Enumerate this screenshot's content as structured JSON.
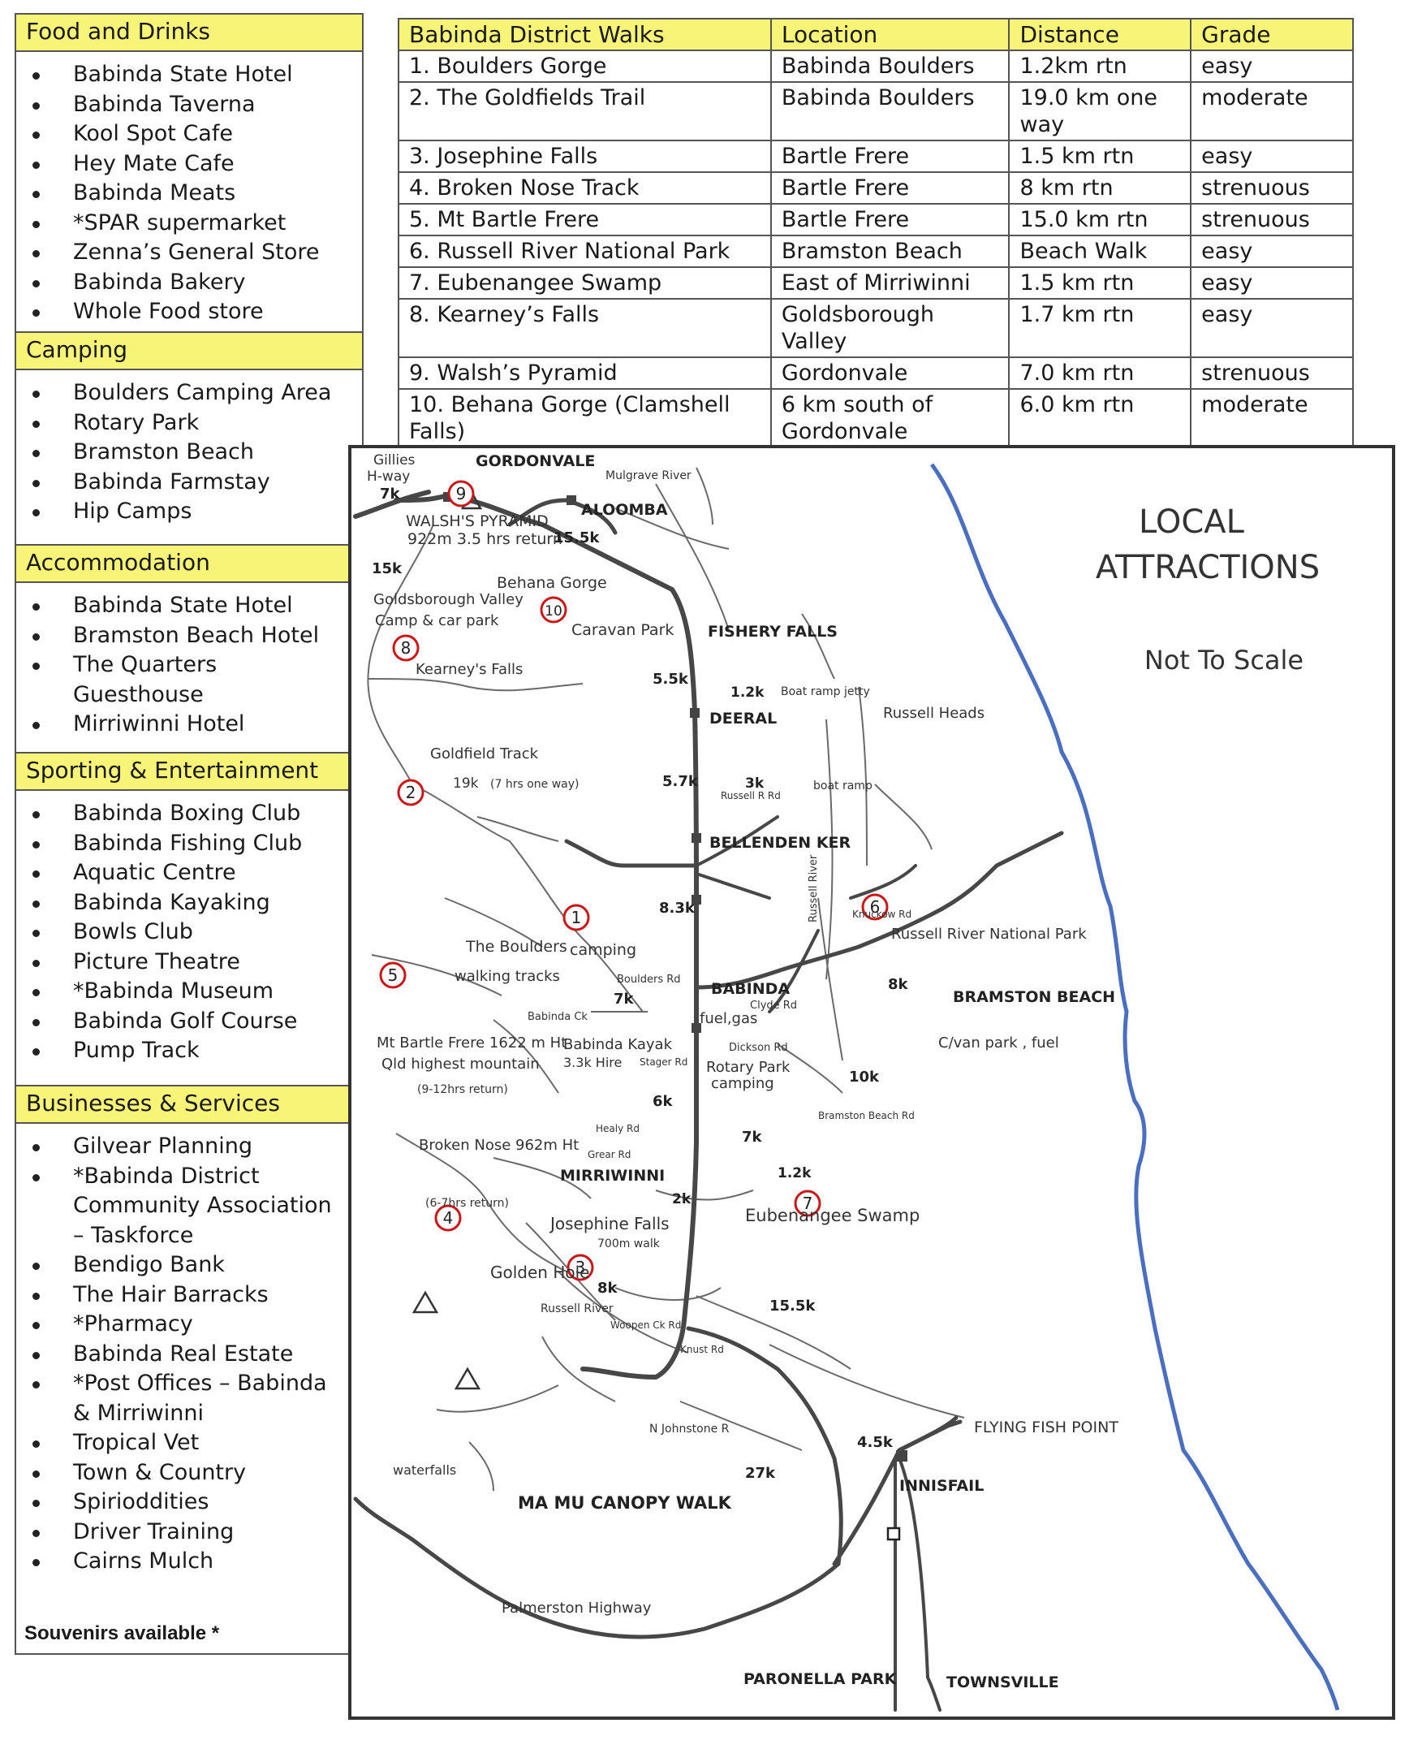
{
  "food": {
    "title": "Food and Drinks",
    "items": [
      "Babinda State Hotel",
      "Babinda Taverna",
      "Kool Spot Cafe",
      "Hey Mate Cafe",
      "Babinda Meats",
      "*SPAR supermarket",
      "Zenna’s General Store",
      "Babinda Bakery",
      "Whole Food store"
    ]
  },
  "camping": {
    "title": "Camping",
    "items": [
      "Boulders Camping Area",
      "Rotary Park",
      "Bramston Beach",
      "Babinda Farmstay",
      "Hip Camps"
    ]
  },
  "accommodation": {
    "title": "Accommodation",
    "items": [
      "Babinda State Hotel",
      "Bramston Beach Hotel",
      "The Quarters",
      "Guesthouse",
      "Mirriwinni Hotel"
    ]
  },
  "sporting": {
    "title": "Sporting & Entertainment",
    "items": [
      "Babinda Boxing Club",
      "Babinda Fishing Club",
      "Aquatic Centre",
      "Babinda Kayaking",
      "Bowls Club",
      "Picture Theatre",
      "*Babinda Museum",
      "Babinda Golf Course",
      "Pump Track"
    ]
  },
  "business": {
    "title": "Businesses & Services",
    "items": [
      "Gilvear Planning",
      "*Babinda District",
      "Community    Association",
      "– Taskforce",
      "Bendigo Bank",
      "The Hair Barracks",
      "*Pharmacy",
      "Babinda Real Estate",
      "*Post Offices – Babinda",
      "& Mirriwinni",
      "Tropical Vet",
      "Town & Country",
      "Spirioddities",
      "Driver Training",
      "Cairns Mulch"
    ],
    "souvenir": "Souvenirs available *"
  },
  "walks": {
    "headers": [
      "Babinda District Walks",
      "Location",
      "Distance",
      "Grade"
    ],
    "rows": [
      [
        "1. Boulders Gorge",
        "Babinda Boulders",
        "1.2km rtn",
        "easy"
      ],
      [
        "2. The Goldfields Trail",
        "Babinda Boulders",
        "19.0 km one way",
        "moderate"
      ],
      [
        "3. Josephine Falls",
        "Bartle Frere",
        "1.5 km rtn",
        "easy"
      ],
      [
        "4.  Broken Nose Track",
        "Bartle Frere",
        "8 km rtn",
        "strenuous"
      ],
      [
        "5.  Mt Bartle Frere",
        "Bartle Frere",
        "15.0 km rtn",
        "strenuous"
      ],
      [
        "6. Russell River National Park",
        "Bramston Beach",
        "Beach Walk",
        "easy"
      ],
      [
        "7.  Eubenangee Swamp",
        "East of Mirriwinni",
        "1.5 km rtn",
        "easy"
      ],
      [
        "8. Kearney’s Falls",
        "Goldsborough Valley",
        "1.7 km rtn",
        "easy"
      ],
      [
        "9. Walsh’s Pyramid",
        "Gordonvale",
        "7.0 km rtn",
        "strenuous"
      ],
      [
        "10.  Behana Gorge (Clamshell Falls)",
        "6 km south of Gordonvale",
        "6.0 km rtn",
        "moderate"
      ]
    ]
  },
  "map": {
    "title1": "LOCAL",
    "title2": "ATTRACTIONS",
    "scale": "Not To Scale",
    "towns": {
      "gordonvale": "GORDONVALE",
      "aloomba": "ALOOMBA",
      "fishery_falls": "FISHERY FALLS",
      "deeral": "DEERAL",
      "bellenden_ker": "BELLENDEN KER",
      "babinda": "BABINDA",
      "mirriwinni": "MIRRIWINNI",
      "bramston_beach": "BRAMSTON BEACH",
      "innisfail": "INNISFAIL",
      "flying_fish_point": "FLYING FISH POINT",
      "paronella_park": "PARONELLA PARK",
      "townsville": "TOWNSVILLE",
      "ma_mu": "MA MU CANOPY WALK"
    },
    "labels": {
      "gillies": "Gillies",
      "hway": "H-way",
      "k7_top": "7k",
      "mulgrave_river": "Mulgrave River",
      "walshs_pyramid": "WALSH'S PYRAMID",
      "walsh_detail": "922m  3.5 hrs return",
      "k15_5_top": "15.5k",
      "k15_left": "15k",
      "goldsborough": "Goldsborough Valley",
      "camp_car_park": "Camp & car park",
      "behana_gorge": "Behana Gorge",
      "caravan_park": "Caravan Park",
      "kearneys_falls": "Kearney's Falls",
      "k5_5": "5.5k",
      "k1_2_boat": "1.2k",
      "boat_ramp_jetty": "Boat ramp jetty",
      "russell_heads": "Russell Heads",
      "goldfield_track": "Goldfield Track",
      "k19": "19k",
      "hrs7": "(7 hrs one way)",
      "k5_7": "5.7k",
      "k3": "3k",
      "russell_r_rd": "Russell R Rd",
      "boat_ramp": "boat ramp",
      "russell_river_vert": "Russell River",
      "k8_3": "8.3k",
      "knuckow_rd": "Knuckow Rd",
      "rrnp": "Russell River National Park",
      "the_boulders": "The Boulders",
      "camping": "camping",
      "walking_tracks": "walking tracks",
      "boulders_rd": "Boulders Rd",
      "k7_boulders": "7k",
      "babinda_ck": "Babinda Ck",
      "clyde_rd": "Clyde Rd",
      "fuel_gas": "fuel,gas",
      "k8_bramston": "8k",
      "cvan_park": "C/van park , fuel",
      "mt_bartle": "Mt Bartle Frere 1622 m Ht",
      "qld_highest": "Qld highest mountain",
      "hrs9_12": "(9-12hrs return)",
      "babinda_kayak": "Babinda Kayak",
      "hire": "3.3k Hire",
      "stager_rd": "Stager Rd",
      "dickson_rd": "Dickson Rd",
      "rotary_park": "Rotary Park",
      "rotary_camping": "camping",
      "k10": "10k",
      "bramston_beach_rd": "Bramston Beach Rd",
      "k6": "6k",
      "healy_rd": "Healy Rd",
      "grear_rd": "Grear Rd",
      "k7_mirri": "7k",
      "broken_nose": "Broken Nose 962m Ht",
      "hrs6_7": "(6-7hrs return)",
      "k1_2_swamp": "1.2k",
      "eubenangee": "Eubenangee Swamp",
      "k2": "2k",
      "josephine_falls": "Josephine Falls",
      "walk700": "700m walk",
      "golden_hole": "Golden Hole",
      "k8_golden": "8k",
      "russell_river": "Russell River",
      "woopen_ck_rd": "Woopen Ck Rd",
      "k15_5_south": "15.5k",
      "knust_rd": "Knust Rd",
      "n_johnstone": "N Johnstone R",
      "k4_5": "4.5k",
      "waterfalls": "waterfalls",
      "k27": "27k",
      "palmerston": "Palmerston Highway"
    },
    "markers": [
      "1",
      "2",
      "3",
      "4",
      "5",
      "6",
      "7",
      "8",
      "9",
      "10"
    ],
    "colors": {
      "coast": "#4a6fc0",
      "marker": "#c81818",
      "road": "#474747",
      "track": "#6a6a6a"
    }
  }
}
